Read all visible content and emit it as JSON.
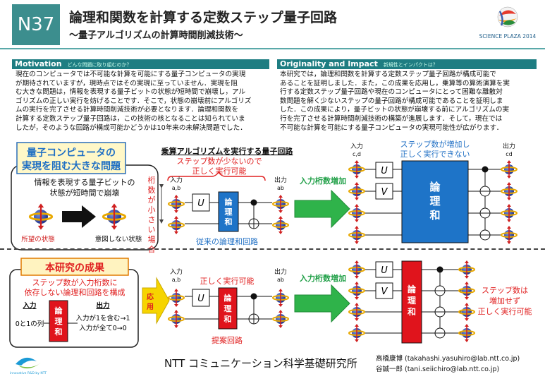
{
  "header": {
    "badge": "N37",
    "title": "論理和関数を計算する定数ステップ量子回路",
    "subtitle": "〜量子アルゴリズムの計算時間削減技術〜",
    "event_logo_text": "SCIENCE PLAZA 2014"
  },
  "motivation": {
    "heading": "Motivation",
    "sub": "どんな問題に取り組むのか？",
    "lines": [
      "現在のコンピュータでは不可能な計算を可能にする量子コンピュータの実現",
      "が期待されていますが，現時点ではその実現に至っていません．実現を阻",
      "む大きな問題は，情報を表現する量子ビットの状態が短時間で崩壊し，アル",
      "ゴリズムの正しい実行を妨げることです．そこで，状態の崩壊前にアルゴリズ",
      "ムの実行を完了させる計算時間削減技術が必要となります．論理和関数を",
      "計算する定数ステップ量子回路は，この技術の核となることは知られていま",
      "したが，そのような回路が構成可能かどうかは10年来の未解決問題でした．"
    ]
  },
  "originality": {
    "heading": "Originality and Impact",
    "sub": "新規性とインパクトは？",
    "lines": [
      "本研究では，論理和関数を計算する定数ステップ量子回路が構成可能で",
      "あることを証明しました．また，この成果を応用し，乗算等の算術演算を実",
      "行する定数ステップ量子回路や現在のコンピュータにとって困難な離散対",
      "数問題を解く少ないステップの量子回路が構成可能であることを証明しま",
      "した．この成果により，量子ビットの状態が崩壊する前にアルゴリズムの実",
      "行を完了させる計算時間削減技術の構築が進展します．そして，現在では",
      "不可能な計算を可能にする量子コンピュータの実現可能性が広がります．"
    ]
  },
  "problem": {
    "title_line1": "量子コンピュータの",
    "title_line2": "実現を阻む大きな問題",
    "desc_line1": "情報を表現する量子ビットの",
    "desc_line2": "状態が短時間で崩壊",
    "desired_state": "所望の状態",
    "unintended_state": "意図しない状態"
  },
  "top_circuit": {
    "heading": "乗算アルゴリズムを実行する量子回路",
    "few_steps_line1": "ステップ数が少ないので",
    "few_steps_line2": "正しく実行可能",
    "small_digits": [
      "桁",
      "数",
      "が",
      "小",
      "さ",
      "い",
      "場",
      "合"
    ],
    "input_label": "入力",
    "input_sub": "a,b",
    "output_label": "出力",
    "output_sub": "ab",
    "gate_u": "U",
    "or_gate": [
      "論",
      "理",
      "和"
    ],
    "conventional": "従来の論理和回路",
    "arrow_label": "入力桁数増加",
    "right_note_line1": "ステップ数が増加し",
    "right_note_line2": "正しく実行できない",
    "right_input": "入力",
    "right_input_sub": "c,d",
    "right_output": "出力",
    "right_output_sub": "cd",
    "gate_v": "V"
  },
  "bottom_circuit": {
    "result_title": "本研究の成果",
    "result_desc_line1": "ステップ数が入力桁数に",
    "result_desc_line2": "依存しない論理和回路を構成",
    "in_label": "入力",
    "out_label": "出力",
    "in_value": "0と1の列",
    "out_line1": "入力が1を含む→1",
    "out_line2": "入力が全て0→0",
    "apply_label": [
      "応",
      "用"
    ],
    "correct_exec": "正しく実行可能",
    "proposed": "提案回路",
    "arrow_label": "入力桁数増加",
    "right_note_line1": "ステップ数は",
    "right_note_line2": "増加せず",
    "right_note_line3": "正しく実行可能"
  },
  "footer": {
    "org": "NTT コミュニケーション科学基礎研究所",
    "author1": "高橋康博 (takahashi.yasuhiro@lab.ntt.co.jp)",
    "author2": "谷誠一郎 (tani.seiichiro@lab.ntt.co.jp)",
    "logo_caption": "innovative R&D by NTT"
  }
}
